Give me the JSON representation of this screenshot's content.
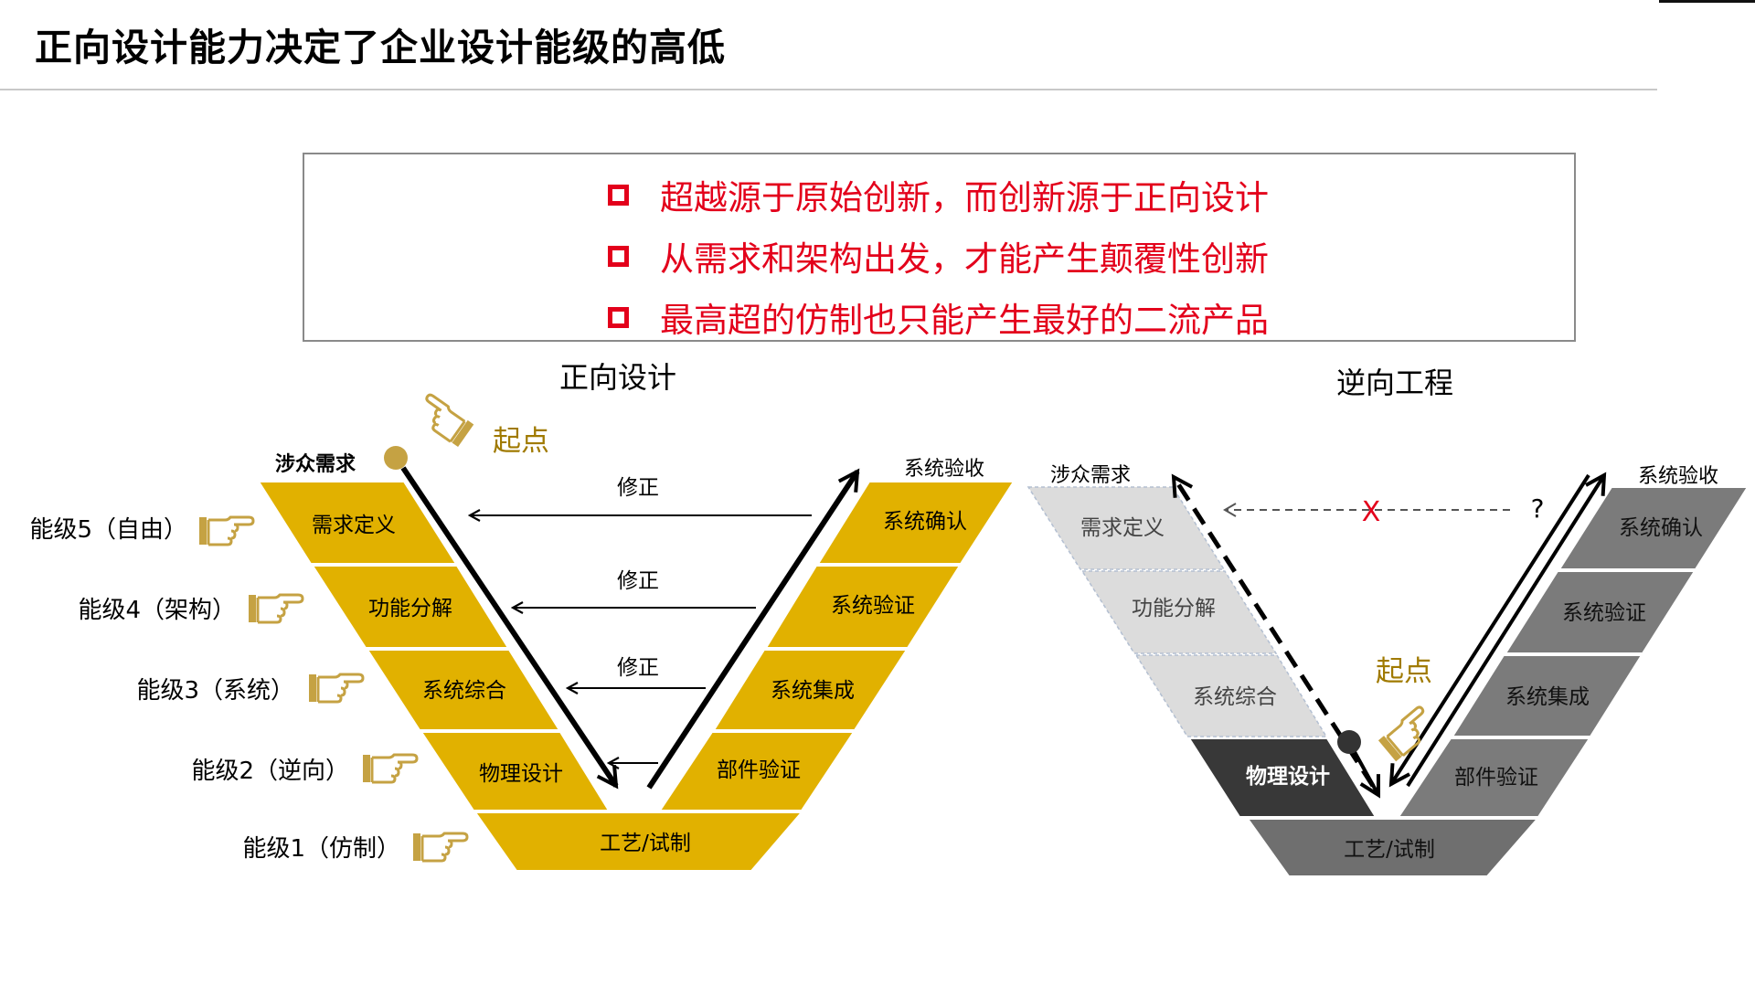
{
  "title": "正向设计能力决定了企业设计能级的高低",
  "messages": [
    "超越源于原始创新，而创新源于正向设计",
    "从需求和架构出发，才能产生颠覆性创新",
    "最高超的仿制也只能产生最好的二流产品"
  ],
  "forward": {
    "heading": "正向设计",
    "left_stages": [
      "需求定义",
      "功能分解",
      "系统综合",
      "物理设计"
    ],
    "right_stages": [
      "系统确认",
      "系统验证",
      "系统集成",
      "部件验证"
    ],
    "bottom_stage": "工艺/试制",
    "start_label": "涉众需求",
    "end_label": "系统验收",
    "start_point": "起点",
    "correction_labels": [
      "修正",
      "修正",
      "修正"
    ],
    "levels": [
      "能级5（自由）",
      "能级4（架构）",
      "能级3（系统）",
      "能级2（逆向）",
      "能级1（仿制）"
    ]
  },
  "reverse": {
    "heading": "逆向工程",
    "left_stages": [
      "需求定义",
      "功能分解",
      "系统综合",
      "物理设计"
    ],
    "right_stages": [
      "系统确认",
      "系统验证",
      "系统集成",
      "部件验证"
    ],
    "bottom_stage": "工艺/试制",
    "start_label": "涉众需求",
    "end_label": "系统验收",
    "start_point": "起点",
    "cross_mark": "X",
    "question_mark": "?"
  },
  "colors": {
    "gold": "#e1b100",
    "marker_gold": "#c5a243",
    "label_gold": "#a07a00",
    "red": "#e3001b",
    "light_gray": "#dcdcdc",
    "mid_gray": "#7b7b7b",
    "dark_gray": "#383838",
    "bottom_gray": "#6f6f6f"
  }
}
